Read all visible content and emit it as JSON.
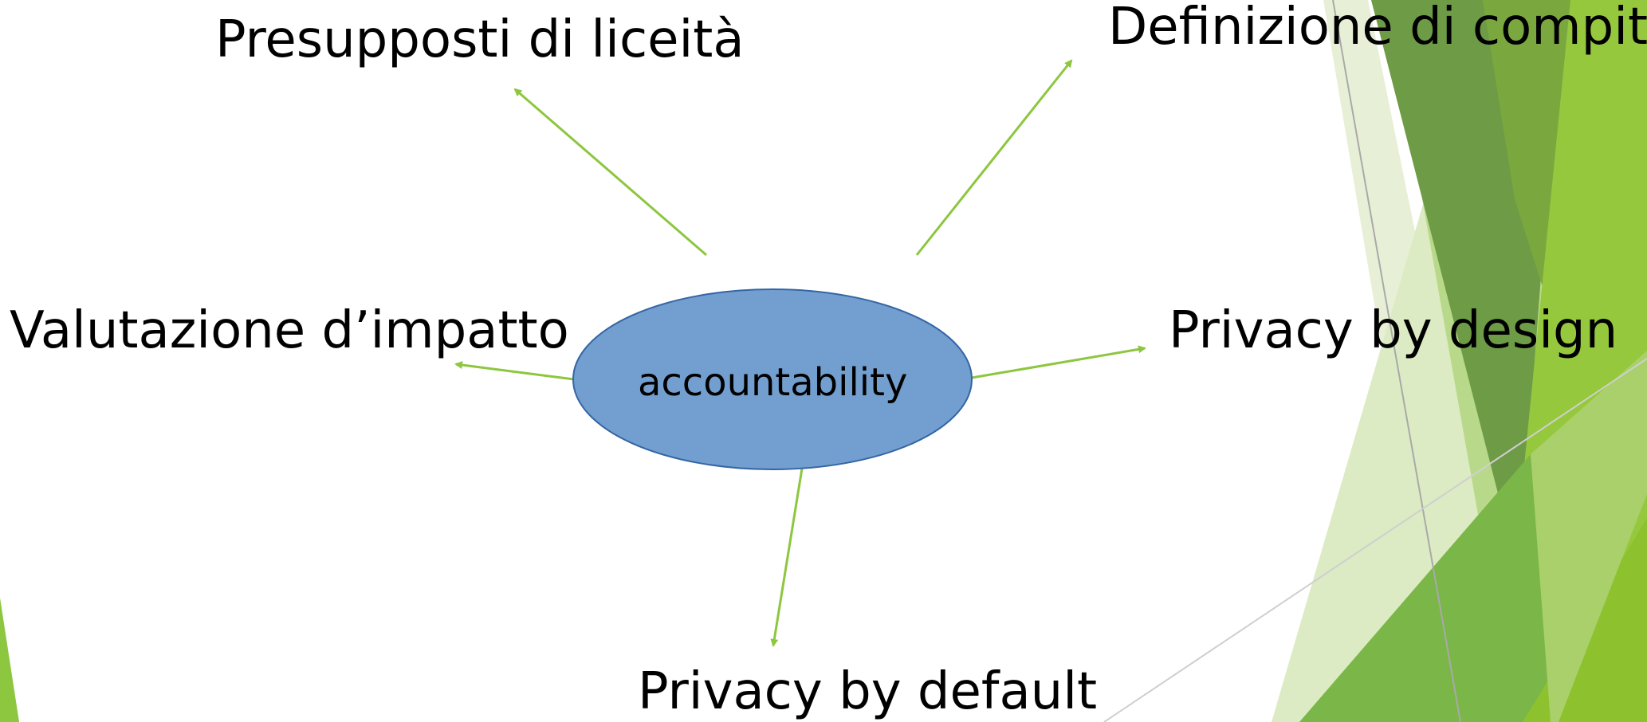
{
  "diagram": {
    "center": {
      "label": "accountability",
      "fill_color": "#729fcf",
      "stroke_color": "#3465a4"
    },
    "nodes": {
      "top_left": "Presupposti di liceità",
      "top_right": "Definizione di compit",
      "left": "Valutazione d’impatto",
      "right": "Privacy by design",
      "bottom": "Privacy by default"
    },
    "arrow_color": "#8dc63f"
  },
  "theme": {
    "accent_light": "#d9e8c0",
    "accent_mid": "#8dc63f",
    "accent_dark": "#5a8f2b"
  }
}
